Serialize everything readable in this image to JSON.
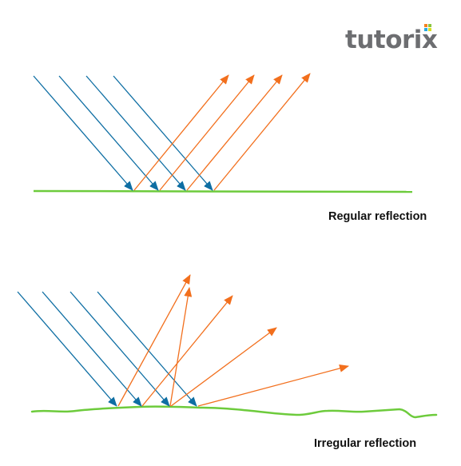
{
  "brand": {
    "logo_text": "tutorix",
    "text_color": "#6d6e71",
    "accent_colors": [
      "#f58220",
      "#8cc63f",
      "#29abe2",
      "#d7df23"
    ]
  },
  "labels": {
    "regular": "Regular reflection",
    "irregular": "Irregular reflection"
  },
  "colors": {
    "incident_ray": "#0e6ea3",
    "reflected_ray": "#f26f1d",
    "surface": "#6dcb3c",
    "label": "#111111"
  }
}
